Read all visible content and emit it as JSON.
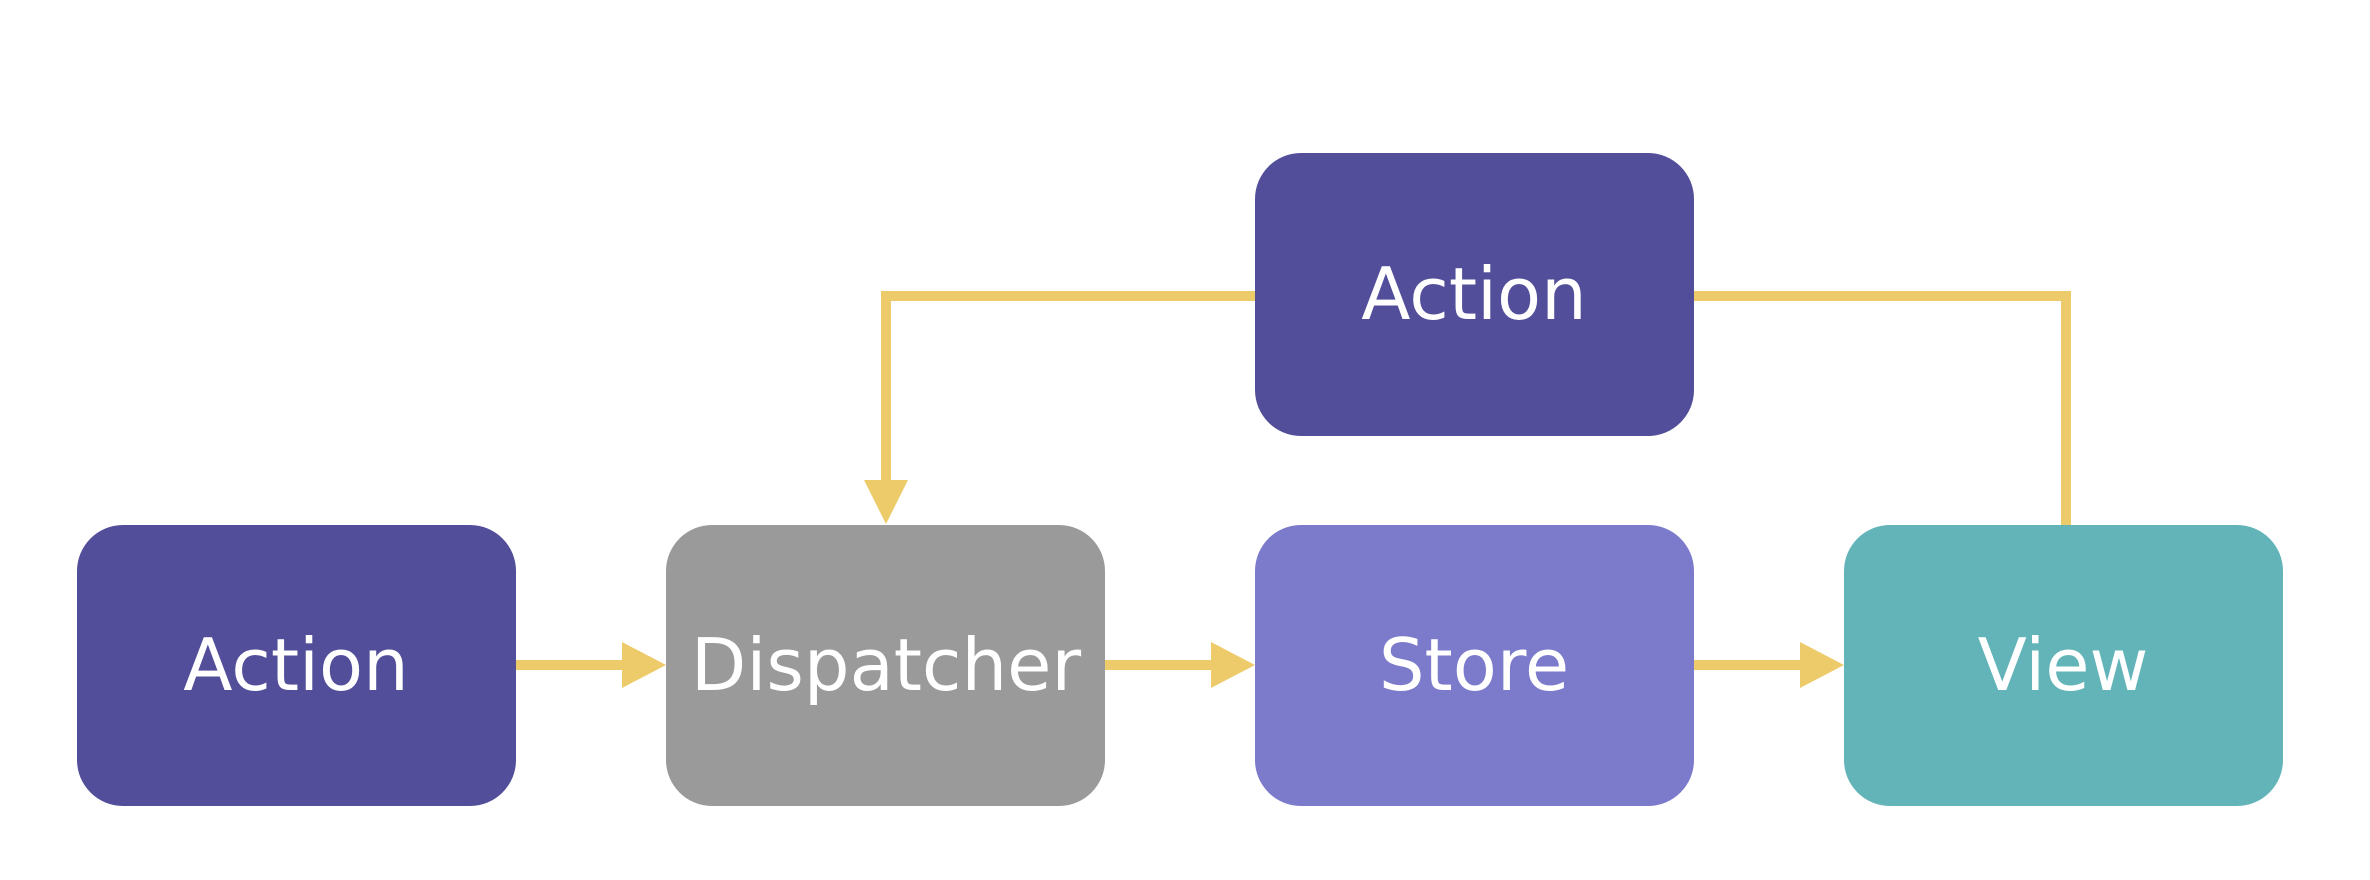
{
  "nodes": {
    "action_main": {
      "label": "Action",
      "color": "#524e9a"
    },
    "dispatcher": {
      "label": "Dispatcher",
      "color": "#9a9a9a"
    },
    "store": {
      "label": "Store",
      "color": "#7b7acb"
    },
    "view": {
      "label": "View",
      "color": "#62b4b8"
    },
    "action_feedback": {
      "label": "Action",
      "color": "#524e9a"
    }
  },
  "connector_color": "#eecb6a",
  "edges": [
    {
      "from": "Action",
      "to": "Dispatcher"
    },
    {
      "from": "Dispatcher",
      "to": "Store"
    },
    {
      "from": "Store",
      "to": "View"
    },
    {
      "from": "View",
      "to": "Action"
    },
    {
      "from": "Action",
      "to": "Dispatcher"
    }
  ]
}
